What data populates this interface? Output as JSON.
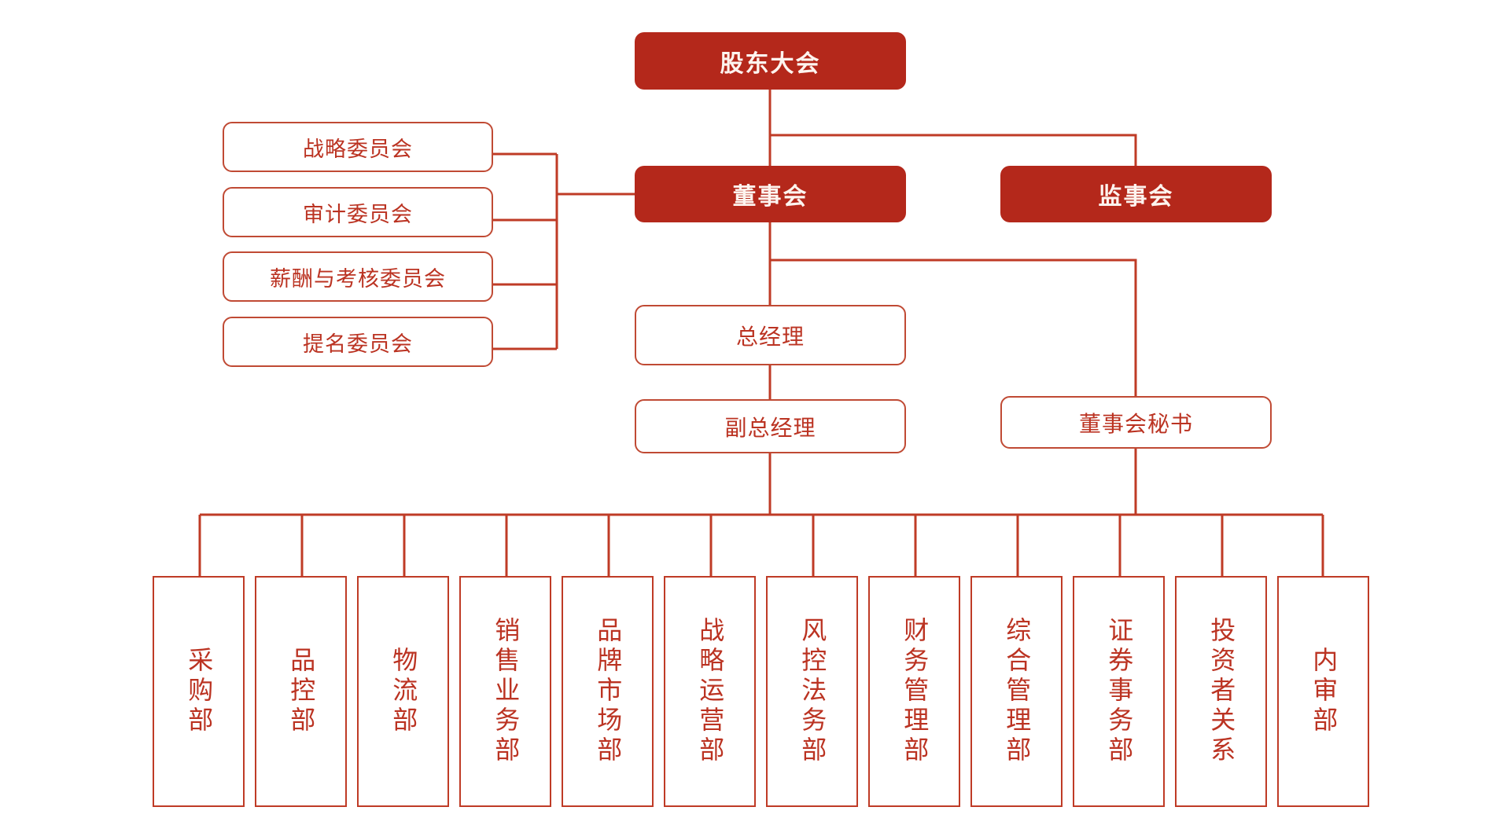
{
  "meta": {
    "title": "公司组织架构图",
    "accent_fill": "#b4281b",
    "accent_text": "#bb3322",
    "line_color": "#bf3b26",
    "filled_text": "#fdf4ef",
    "background": "#ffffff"
  },
  "governance": {
    "shareholders_meeting": "股东大会",
    "board_of_directors": "董事会",
    "board_of_supervisors": "监事会"
  },
  "committees": [
    {
      "label": "战略委员会"
    },
    {
      "label": "审计委员会"
    },
    {
      "label": "薪酬与考核委员会"
    },
    {
      "label": "提名委员会"
    }
  ],
  "management": {
    "general_manager": "总经理",
    "deputy_general_manager": "副总经理",
    "board_secretary": "董事会秘书"
  },
  "departments": [
    {
      "label": "采购部"
    },
    {
      "label": "品控部"
    },
    {
      "label": "物流部"
    },
    {
      "label": "销售业务部"
    },
    {
      "label": "品牌市场部"
    },
    {
      "label": "战略运营部"
    },
    {
      "label": "风控法务部"
    },
    {
      "label": "财务管理部"
    },
    {
      "label": "综合管理部"
    },
    {
      "label": "证券事务部"
    },
    {
      "label": "投资者关系"
    },
    {
      "label": "内审部"
    }
  ]
}
